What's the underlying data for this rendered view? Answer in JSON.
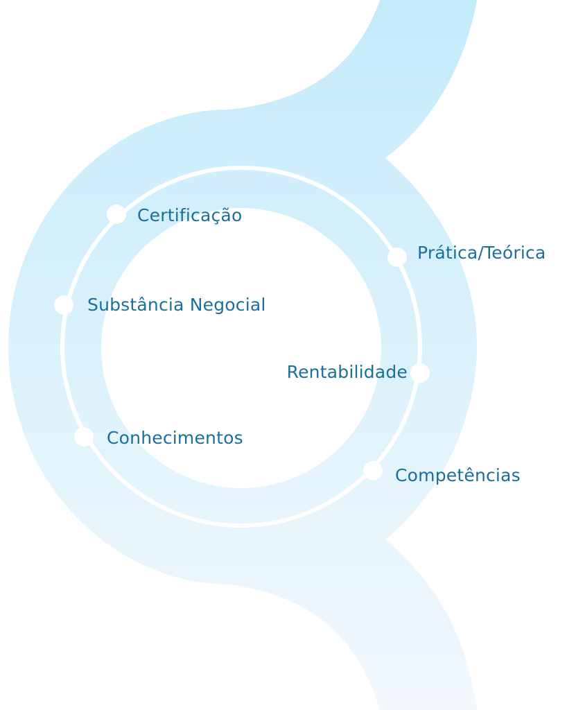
{
  "diagram": {
    "colors": {
      "band_top": "#c4ebfb",
      "band_bottom": "#f3f8fd",
      "ring": "#ffffff",
      "text": "#1b6f99"
    },
    "labels": [
      "Certificação",
      "Prática/Teórica",
      "Substância Negocial",
      "Rentabilidade",
      "Conhecimentos",
      "Competências"
    ]
  }
}
